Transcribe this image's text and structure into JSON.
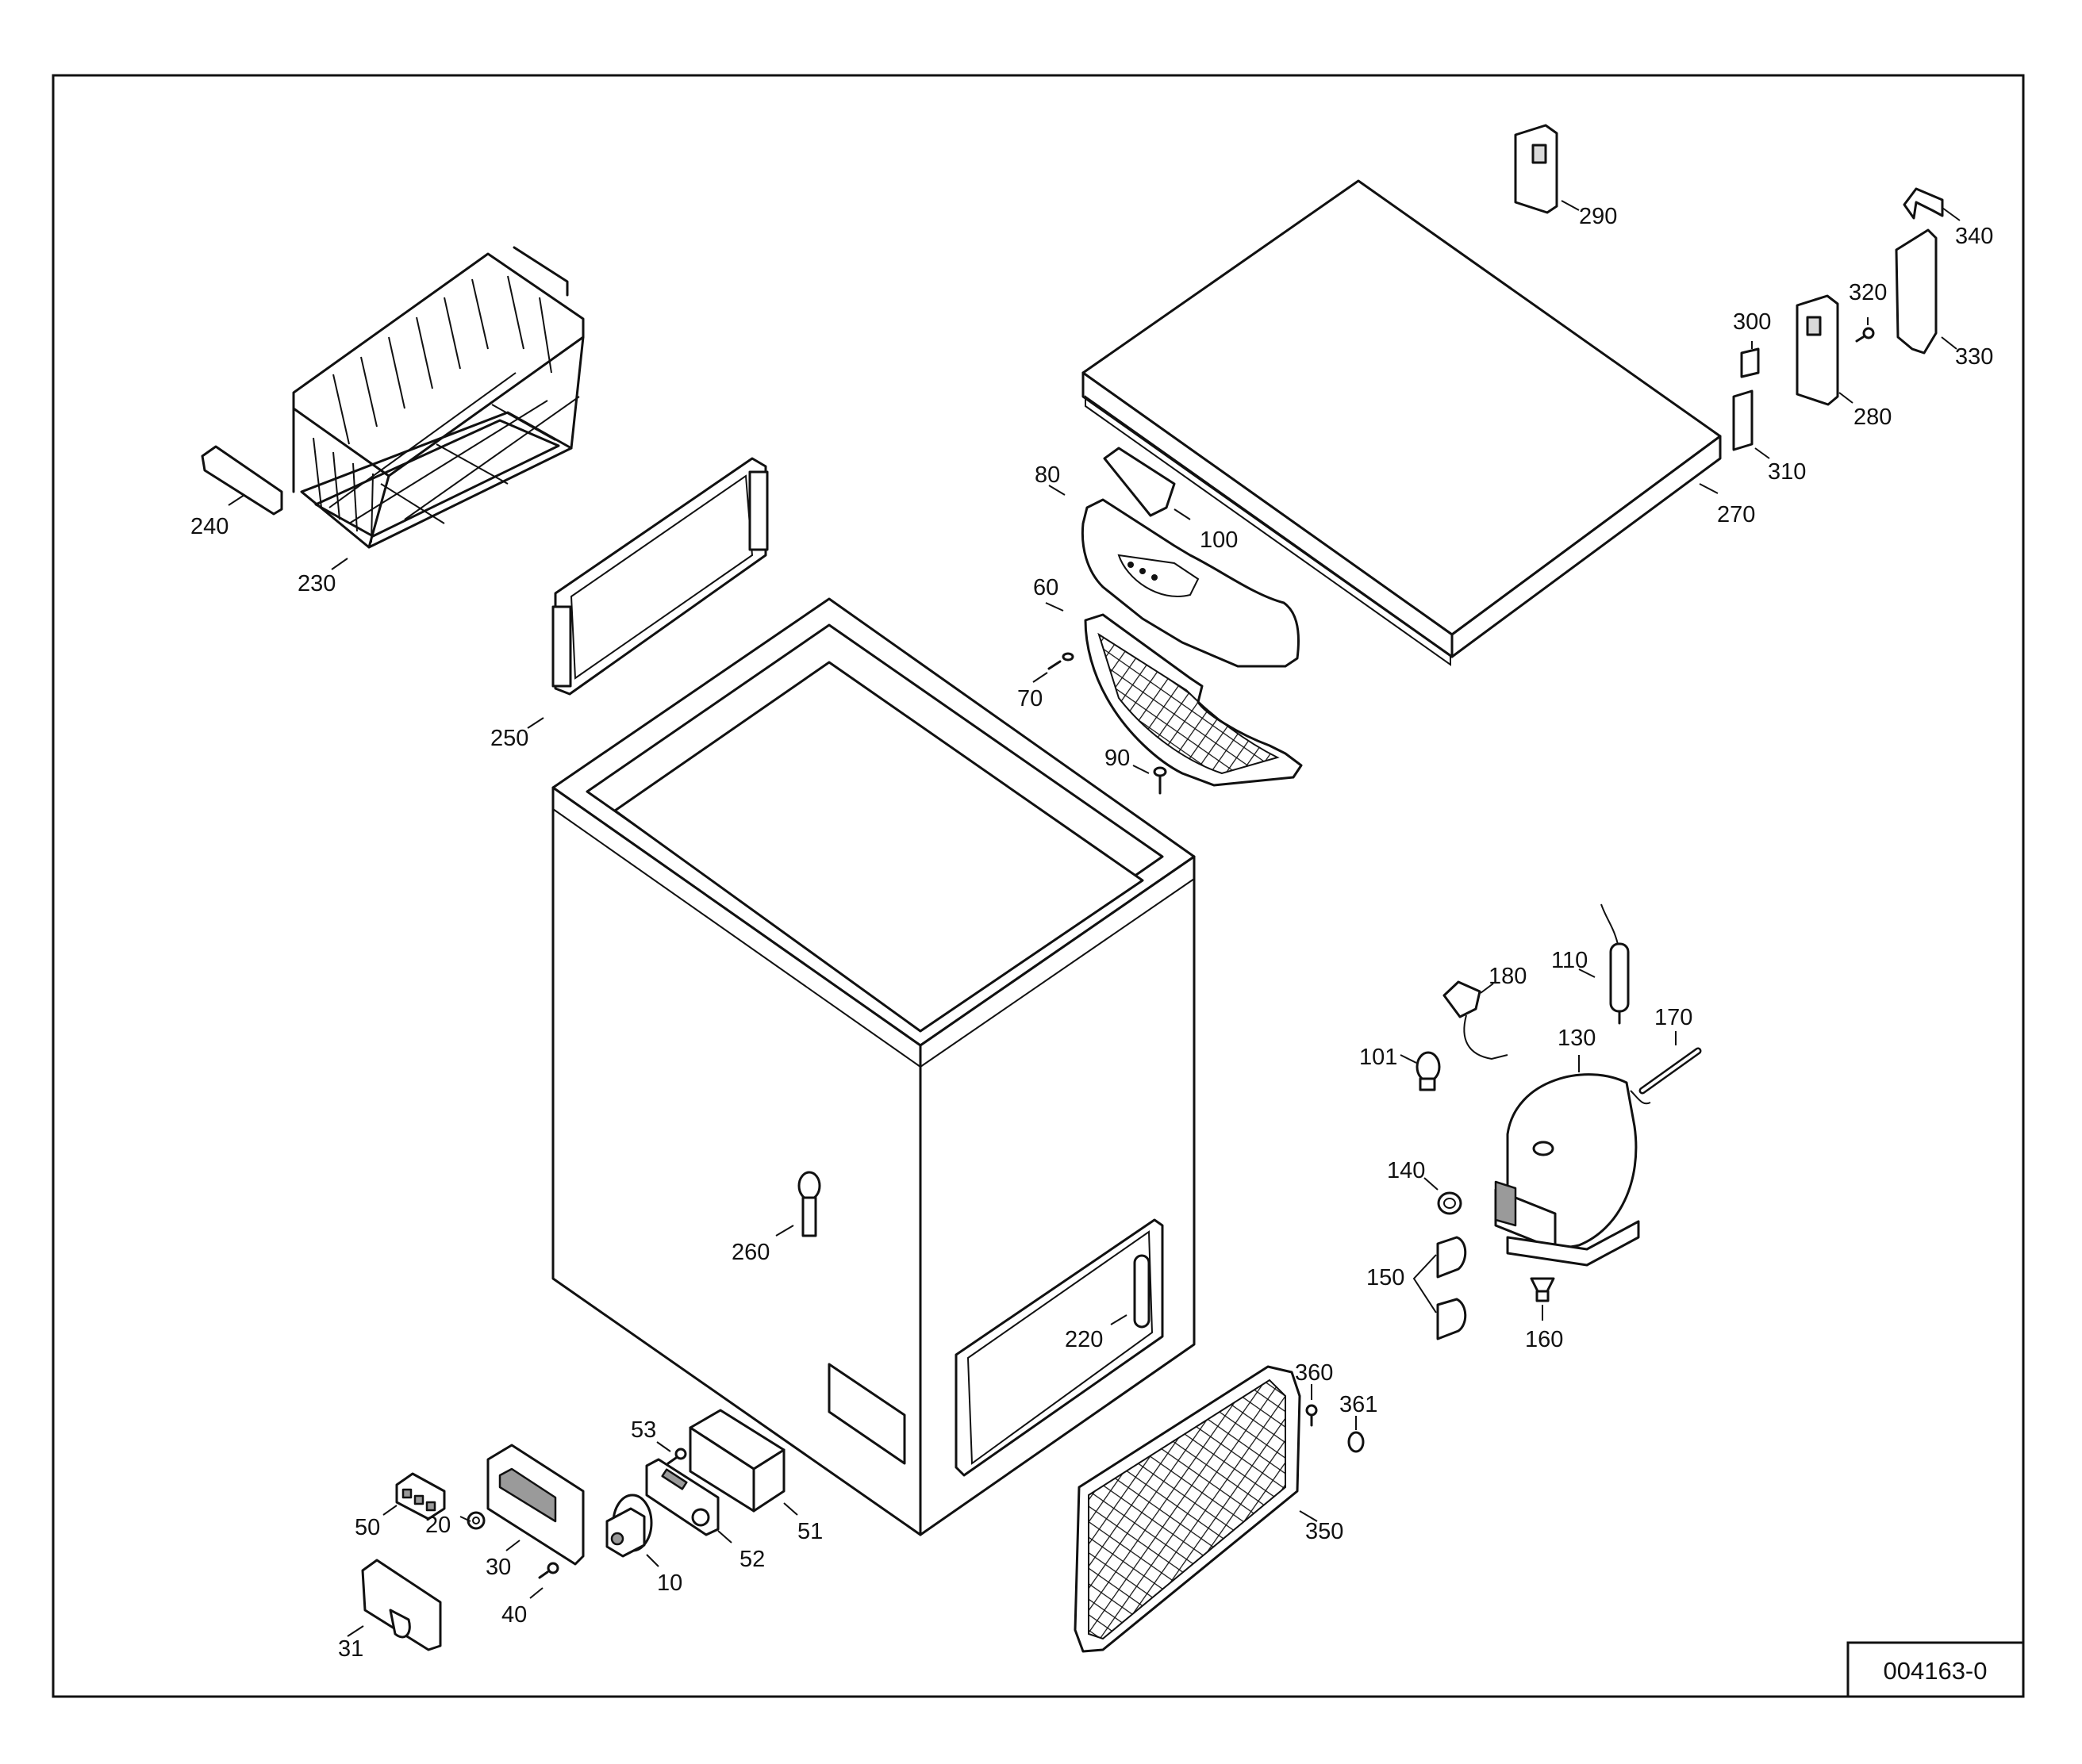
{
  "drawing_number": "004163-0",
  "part_labels": {
    "p10": "10",
    "p20": "20",
    "p30": "30",
    "p31": "31",
    "p40": "40",
    "p50": "50",
    "p51": "51",
    "p52": "52",
    "p53": "53",
    "p60": "60",
    "p70": "70",
    "p80": "80",
    "p90": "90",
    "p100": "100",
    "p101": "101",
    "p110": "110",
    "p130": "130",
    "p140": "140",
    "p150": "150",
    "p160": "160",
    "p170": "170",
    "p180": "180",
    "p220": "220",
    "p230": "230",
    "p240": "240",
    "p250": "250",
    "p260": "260",
    "p270": "270",
    "p280": "280",
    "p290": "290",
    "p300": "300",
    "p310": "310",
    "p320": "320",
    "p330": "330",
    "p340": "340",
    "p350": "350",
    "p360": "360",
    "p361": "361"
  }
}
